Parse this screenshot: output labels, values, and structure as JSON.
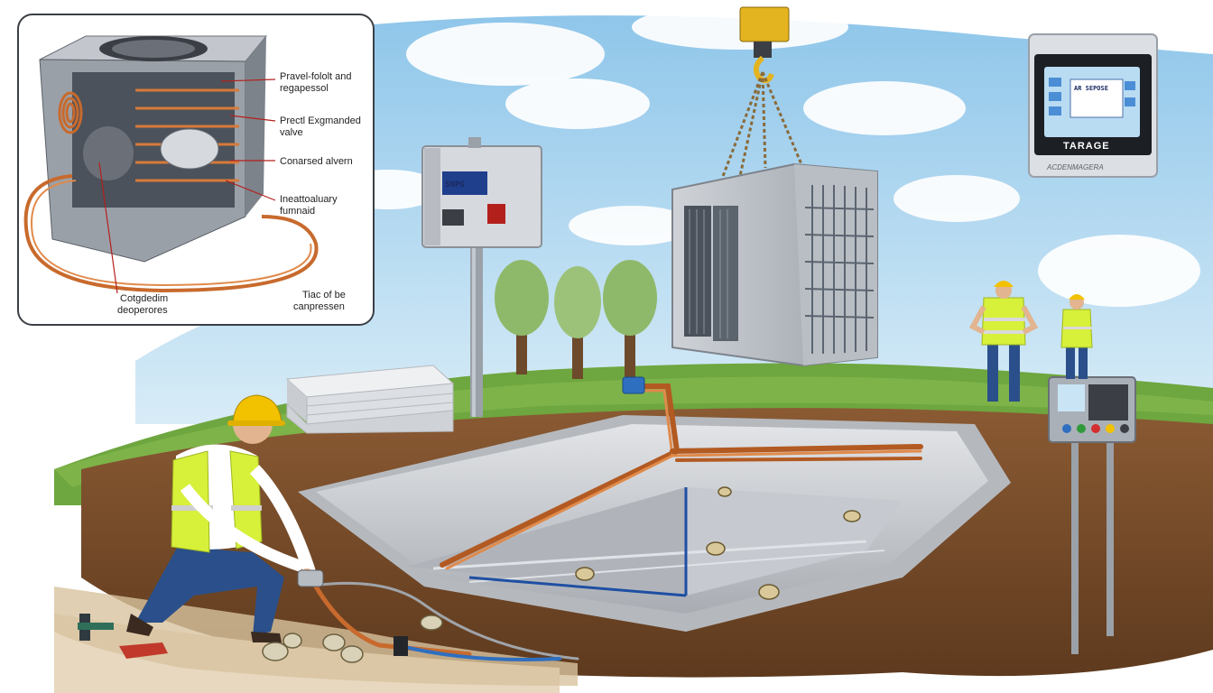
{
  "inset": {
    "callouts": [
      {
        "line1": "Pravel-fololt and",
        "line2": "regapessol"
      },
      {
        "line1": "Prectl Exgmanded",
        "line2": "valve"
      },
      {
        "line1": "Conarsed alvern",
        "line2": ""
      },
      {
        "line1": "Ineattoaluary",
        "line2": "fumnaid"
      },
      {
        "line1": "Cotgdedim",
        "line2": "deoperores"
      },
      {
        "line1": "Tiac of be",
        "line2": "canpressen"
      }
    ]
  },
  "electrical_panel": {
    "display": "SNPG"
  },
  "thermostat": {
    "brand": "TARAGE",
    "screen_line": "AR SEPOSE",
    "bottom_text": "ACDENMAGERA"
  },
  "colors": {
    "sky": "#a9d4ef",
    "grass": "#5f9a35",
    "soil": "#7a4b2a",
    "copper": "#c86a2d",
    "vest": "#d7f03a",
    "helmet": "#f2c100",
    "concrete": "#c9ccd1"
  }
}
